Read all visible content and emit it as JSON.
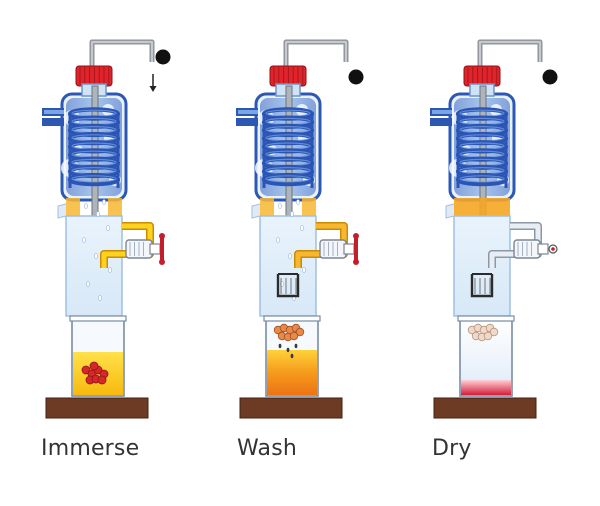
{
  "stages": [
    {
      "label": "Immerse",
      "step": "immerse"
    },
    {
      "label": "Wash",
      "step": "wash"
    },
    {
      "label": "Dry",
      "step": "dry"
    }
  ],
  "colors": {
    "cap_red": "#e0242b",
    "coil_blue": "#2a55b5",
    "jacket_blue": "#3f78cf",
    "frost_white": "#e9f2fc",
    "glass_tint": "#cfe3f6",
    "solvent_yellow": "#ffd21f",
    "solvent_orange": "#f28a17",
    "sample_red": "#d62828",
    "sample_orange": "#e6894a",
    "sample_dry": "#f1d9c9",
    "valve_red": "#c41e2a",
    "heater_brown": "#6d3a24",
    "heater_band": "#d11f3a",
    "pipe_gray": "#9a9ea4",
    "text": "#333333"
  },
  "icons": [
    "stopcock-valve-icon",
    "coil-condenser-icon",
    "sample-basket-icon",
    "hot-plate-icon",
    "drain-plug-icon"
  ]
}
